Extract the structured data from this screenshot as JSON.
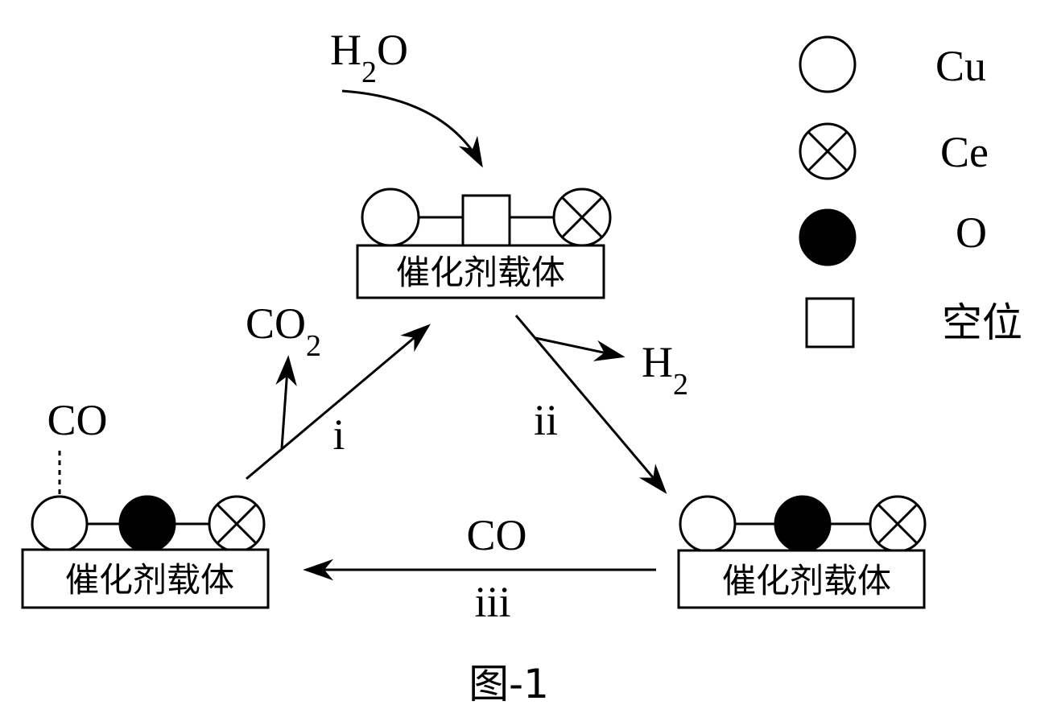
{
  "reactants": {
    "water": {
      "base": "H",
      "sub": "2",
      "tail": "O"
    }
  },
  "products": {
    "co2": {
      "base": "CO",
      "sub": "2"
    },
    "h2": {
      "base": "H",
      "sub": "2"
    }
  },
  "adsorbed_co": "CO",
  "step_iii_reactant": "CO",
  "steps": {
    "i": "i",
    "ii": "ii",
    "iii": "iii"
  },
  "support_label": "催化剂载体",
  "legend": [
    {
      "symbol": "open-circle",
      "label": "Cu"
    },
    {
      "symbol": "crossed-circle",
      "label": "Ce"
    },
    {
      "symbol": "filled-circle",
      "label": "O"
    },
    {
      "symbol": "open-square",
      "label": "空位"
    }
  ],
  "caption": "图-1"
}
